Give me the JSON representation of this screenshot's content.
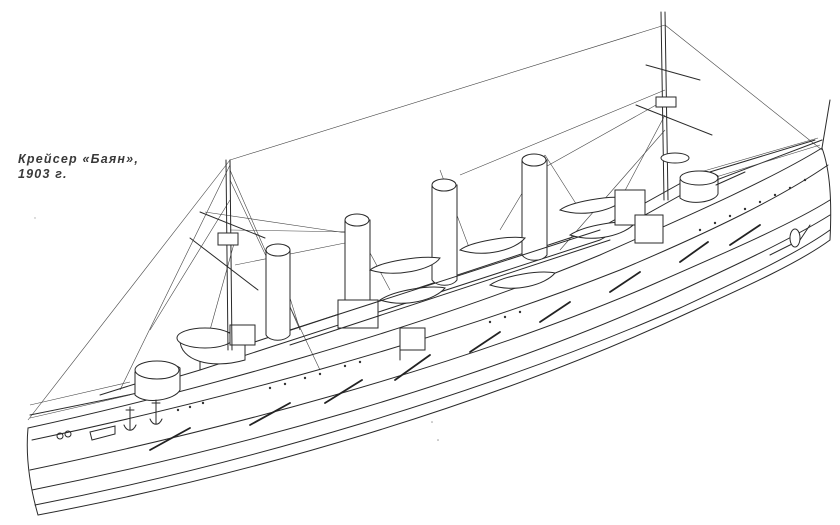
{
  "figure": {
    "caption_line1": "Крейсер «Баян»,",
    "caption_line2": "1903 г.",
    "subject": "armored cruiser line drawing",
    "line_color": "#2a2a2a",
    "background_color": "#ffffff"
  }
}
